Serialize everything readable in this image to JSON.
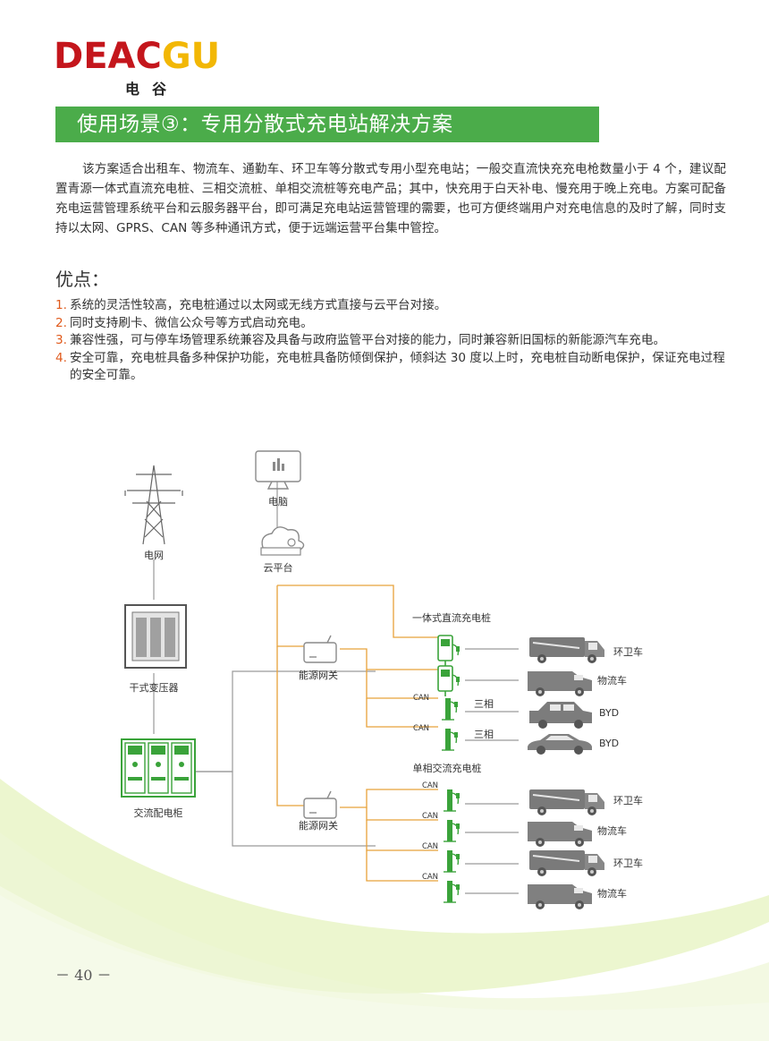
{
  "brand": {
    "name_red": "DEAC",
    "name_yellow": "GU",
    "subtitle": "电谷"
  },
  "banner": {
    "title": "使用场景③：专用分散式充电站解决方案"
  },
  "intro": {
    "text": "该方案适合出租车、物流车、通勤车、环卫车等分散式专用小型充电站；一般交直流快充充电枪数量小于 4 个，建议配置青源一体式直流充电桩、三相交流桩、单相交流桩等充电产品；其中，快充用于白天补电、慢充用于晚上充电。方案可配备充电运营管理系统平台和云服务器平台，即可满足充电站运营管理的需要，也可方便终端用户对充电信息的及时了解，同时支持以太网、GPRS、CAN 等多种通讯方式，便于远端运营平台集中管控。"
  },
  "advantages": {
    "title": "优点：",
    "items": [
      {
        "num": "1.",
        "text": "系统的灵活性较高，充电桩通过以太网或无线方式直接与云平台对接。"
      },
      {
        "num": "2.",
        "text": "同时支持刷卡、微信公众号等方式启动充电。"
      },
      {
        "num": "3.",
        "text": "兼容性强，可与停车场管理系统兼容及具备与政府监管平台对接的能力，同时兼容新旧国标的新能源汽车充电。"
      },
      {
        "num": "4.",
        "text": "安全可靠，充电桩具备多种保护功能，充电桩具备防倾倒保护，倾斜达 30 度以上时，充电桩自动断电保护，保证充电过程的安全可靠。"
      }
    ]
  },
  "diagram": {
    "grid": "电网",
    "computer": "电脑",
    "cloud": "云平台",
    "transformer": "干式变压器",
    "cabinet": "交流配电柜",
    "gateway1": "能源网关",
    "gateway2": "能源网关",
    "dc_group": "一体式直流充电桩",
    "ac_group": "单相交流充电桩",
    "can": "CAN",
    "three_phase": "三相",
    "vehicles_top": [
      "环卫车",
      "物流车",
      "BYD",
      "BYD"
    ],
    "vehicles_bottom": [
      "环卫车",
      "物流车",
      "环卫车",
      "物流车"
    ]
  },
  "footer": {
    "page": "－ 40 －"
  },
  "colors": {
    "green": "#4bac4a",
    "orange": "#e8a23a",
    "red": "#c4161c",
    "yellow": "#f2b705",
    "gray": "#9a9a9a"
  }
}
